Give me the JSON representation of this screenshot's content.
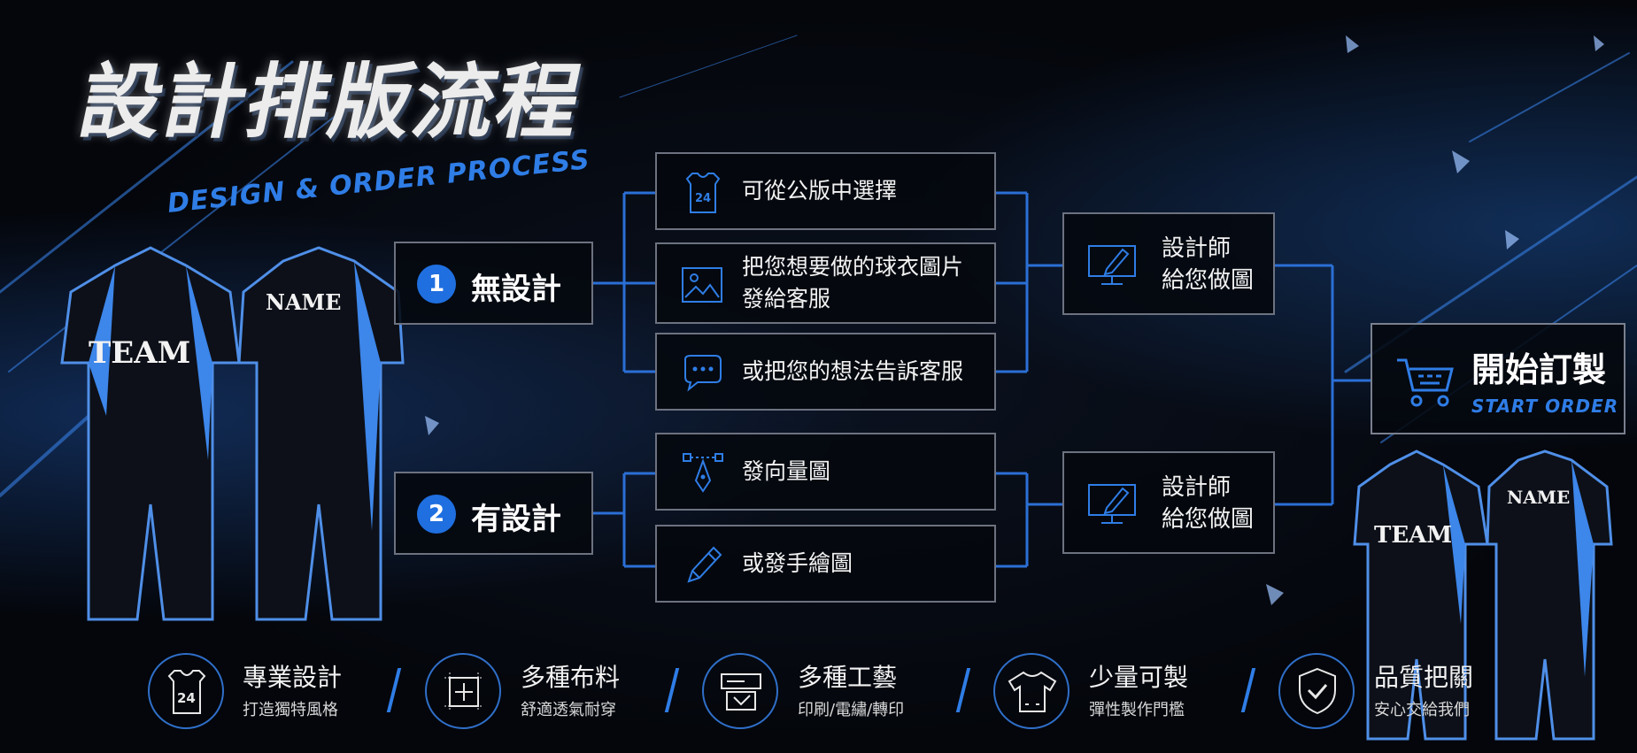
{
  "title": {
    "main": "設計排版流程",
    "sub": "DESIGN & ORDER PROCESS"
  },
  "jersey": {
    "front_text": "TEAM",
    "back_text": "NAME"
  },
  "branch1": {
    "number": "1",
    "label": "無設計",
    "options": [
      {
        "icon": "jersey-24-icon",
        "badge": "24",
        "line1": "可從公版中選擇",
        "line2": ""
      },
      {
        "icon": "image-icon",
        "line1": "把您想要做的球衣圖片",
        "line2": "發給客服"
      },
      {
        "icon": "chat-icon",
        "line1": "或把您的想法告訴客服",
        "line2": ""
      }
    ],
    "designer": {
      "icon": "monitor-pen-icon",
      "line1": "設計師",
      "line2": "給您做圖"
    }
  },
  "branch2": {
    "number": "2",
    "label": "有設計",
    "options": [
      {
        "icon": "vector-pen-icon",
        "line1": "發向量圖",
        "line2": ""
      },
      {
        "icon": "pencil-icon",
        "line1": "或發手繪圖",
        "line2": ""
      }
    ],
    "designer": {
      "icon": "monitor-pen-icon",
      "line1": "設計師",
      "line2": "給您做圖"
    }
  },
  "start": {
    "icon": "cart-icon",
    "label": "開始訂製",
    "sub": "START ORDER"
  },
  "features": [
    {
      "icon": "jersey-24-icon",
      "badge": "24",
      "title": "專業設計",
      "sub": "打造獨特風格"
    },
    {
      "icon": "fabric-icon",
      "title": "多種布料",
      "sub": "舒適透氣耐穿"
    },
    {
      "icon": "printer-icon",
      "title": "多種工藝",
      "sub": "印刷/電繡/轉印"
    },
    {
      "icon": "tshirt-icon",
      "title": "少量可製",
      "sub": "彈性製作門檻"
    },
    {
      "icon": "shield-check-icon",
      "title": "品質把關",
      "sub": "安心交給我們"
    }
  ],
  "colors": {
    "accent": "#2f7de6",
    "line": "#2b6fd6",
    "border": "#6d7280",
    "bg": "#05070c"
  }
}
